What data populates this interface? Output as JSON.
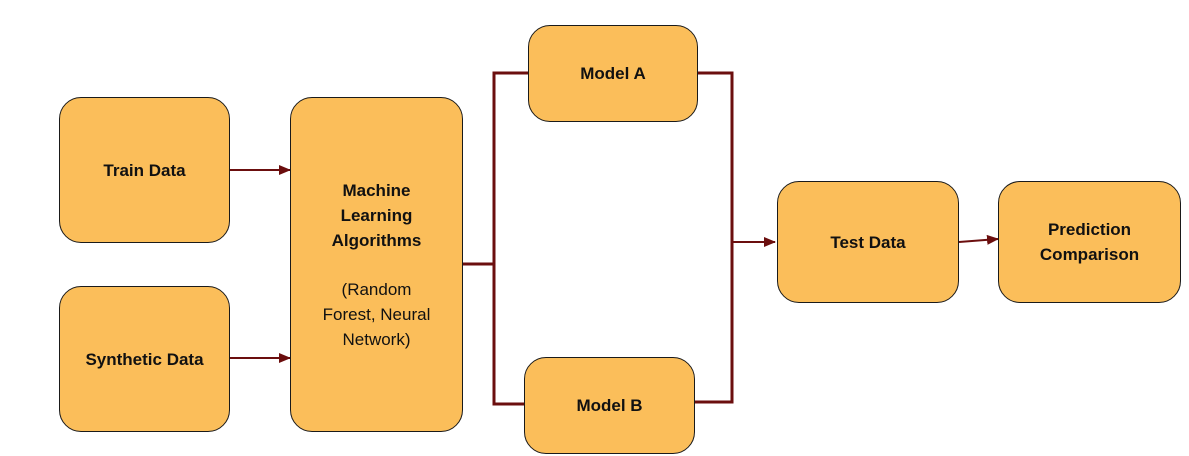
{
  "nodes": {
    "train": {
      "label": "Train Data"
    },
    "synthetic": {
      "label": "Synthetic Data"
    },
    "ml": {
      "label_lines": [
        "Machine",
        "Learning",
        "Algorithms"
      ],
      "sub_lines": [
        "(Random",
        "Forest, Neural",
        "Network)"
      ]
    },
    "model_a": {
      "label": "Model A"
    },
    "model_b": {
      "label": "Model B"
    },
    "test": {
      "label": "Test Data"
    },
    "prediction": {
      "label_lines": [
        "Prediction",
        "Comparison"
      ]
    }
  },
  "colors": {
    "box_fill": "#fbbe5a",
    "box_border": "#1a1a1a",
    "connector": "#6b0e0e"
  }
}
